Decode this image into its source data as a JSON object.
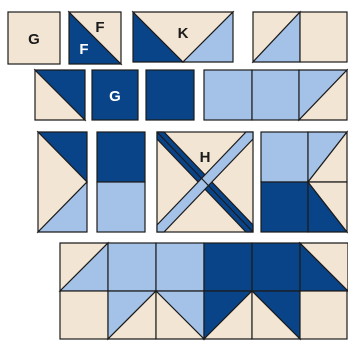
{
  "colors": {
    "cream": "#f3e5d3",
    "light_blue": "#a4c2e8",
    "dark_blue": "#0a4488",
    "stroke": "#1b1b1b",
    "label_on_light": "#1b1b1b",
    "label_on_dark": "#ffffff"
  },
  "labels": {
    "g_square": "G",
    "f_top": "F",
    "f_bottom": "F",
    "k": "K",
    "g_row2": "G",
    "h": "H"
  }
}
